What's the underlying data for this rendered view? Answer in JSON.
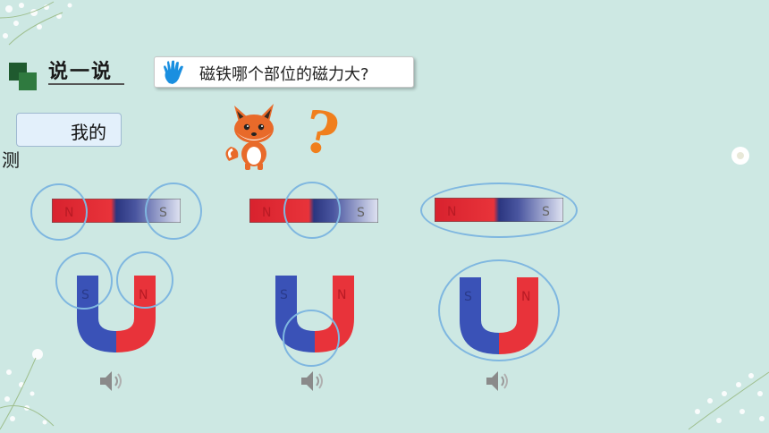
{
  "section_title": "说一说",
  "question": "磁铁哪个部位的磁力大?",
  "guess_label_line1": "我的",
  "guess_label_line2": "测",
  "magnet_pole_labels": {
    "north": "N",
    "south": "S"
  },
  "colors": {
    "background": "#cde8e3",
    "north_red": "#e8333a",
    "south_blue": "#3a52b7",
    "ring_blue": "#7fb7e0",
    "title_green": "#1f5a2f",
    "question_mark_orange": "#f07f1d"
  },
  "icons": [
    "hand-icon",
    "fox-icon",
    "question-mark-icon",
    "speaker-icon",
    "flower-decoration"
  ]
}
